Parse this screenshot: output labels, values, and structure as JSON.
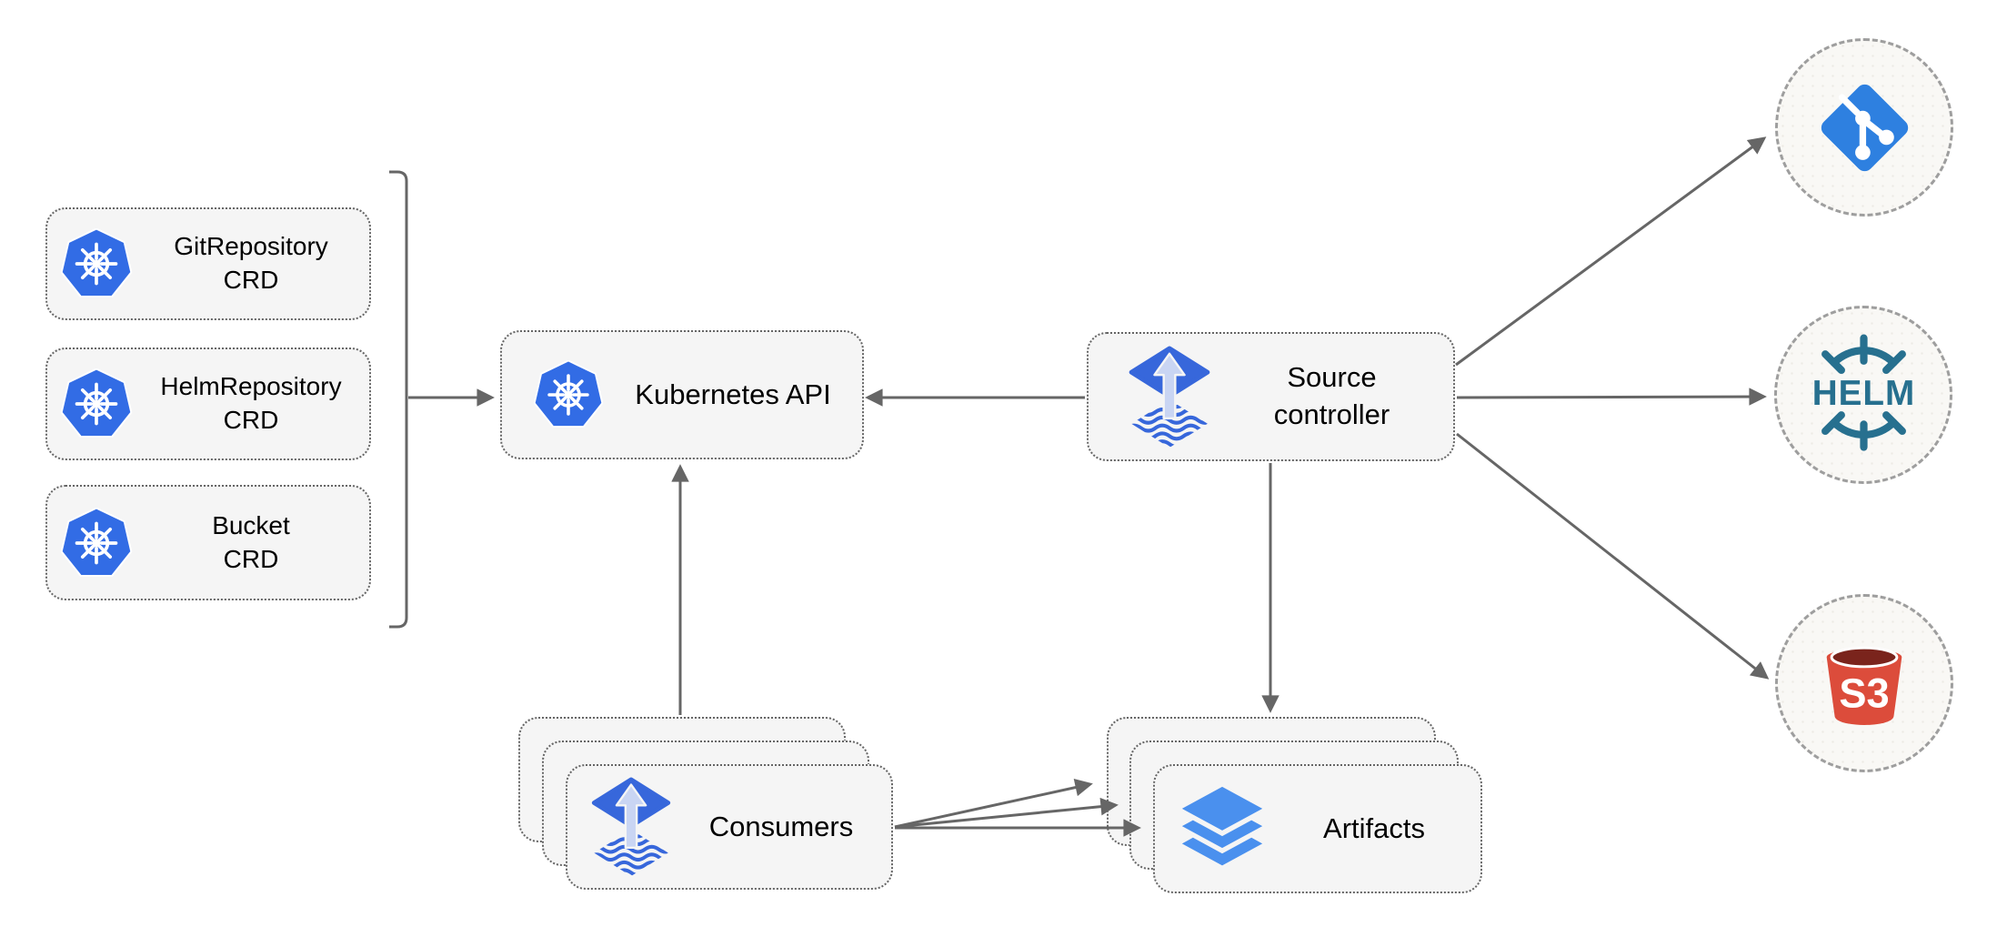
{
  "diagram": {
    "crd_boxes": [
      {
        "line1": "GitRepository",
        "line2": "CRD",
        "icon": "kubernetes-icon"
      },
      {
        "line1": "HelmRepository",
        "line2": "CRD",
        "icon": "kubernetes-icon"
      },
      {
        "line1": "Bucket",
        "line2": "CRD",
        "icon": "kubernetes-icon"
      }
    ],
    "kubernetes_api": {
      "label": "Kubernetes API",
      "icon": "kubernetes-icon"
    },
    "source_controller": {
      "line1": "Source",
      "line2": "controller",
      "icon": "flux-icon"
    },
    "consumers": {
      "label": "Consumers",
      "icon": "flux-icon",
      "stack_count": 3
    },
    "artifacts": {
      "label": "Artifacts",
      "icon": "layers-icon",
      "stack_count": 3
    },
    "external_targets": [
      {
        "name": "git",
        "icon": "git-icon"
      },
      {
        "name": "helm",
        "icon": "helm-icon",
        "text": "HELM"
      },
      {
        "name": "s3",
        "icon": "s3-bucket-icon",
        "text": "S3"
      }
    ],
    "colors": {
      "kubernetes_blue": "#326CE5",
      "flux_blue": "#3767DB",
      "flux_arrow_light": "#C9D5F3",
      "layers_blue": "#4A90EE",
      "git_blue": "#2E80E0",
      "helm_teal": "#27708F",
      "s3_red": "#DC4C3B",
      "s3_dark": "#7A241C",
      "connector_gray": "#666666",
      "node_fill": "#F5F5F5",
      "circle_fill": "#F9F8F5",
      "text": "#000000"
    }
  }
}
